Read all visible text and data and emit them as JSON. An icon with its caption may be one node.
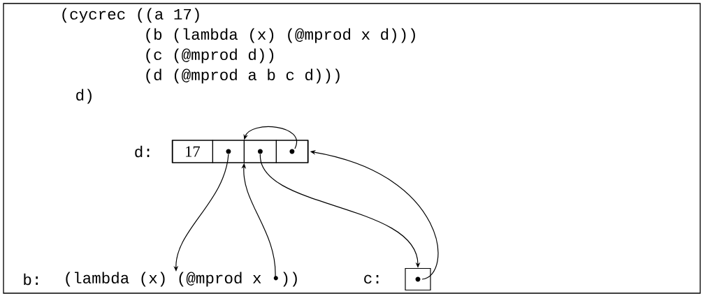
{
  "diagram": {
    "nodes": [
      {
        "text": [],
        "shape": "box",
        "beside": [
          "d:"
        ]
      },
      {
        "text": [
          "17"
        ],
        "in": 0
      },
      {
        "text": [],
        "shape": "box",
        "in": 0
      },
      {
        "text": [],
        "shape": "box",
        "in": 0
      },
      {
        "text": [],
        "shape": "box",
        "in": 0
      },
      {
        "text": [
          "(lambda (x) (@mprod x •))"
        ],
        "beside": [
          "b:"
        ]
      },
      {
        "text": [],
        "shape": "box",
        "beside": [
          "c:"
        ]
      }
    ],
    "edges": [
      {
        "from": 2,
        "to": 5,
        "arrow": "to"
      },
      {
        "from": 5,
        "to": 0,
        "arrow": "to"
      },
      {
        "from": 3,
        "to": 6,
        "arrow": "to"
      },
      {
        "from": 4,
        "to": 0,
        "arrow": "to"
      },
      {
        "from": 6,
        "to": 0,
        "arrow": "to"
      }
    ],
    "labels": [
      "(cycrec ((a 17)",
      "(b (lambda (x) (@mprod x d)))",
      "(c (@mprod d))",
      "(d (@mprod a b c d)))",
      "d)"
    ]
  }
}
